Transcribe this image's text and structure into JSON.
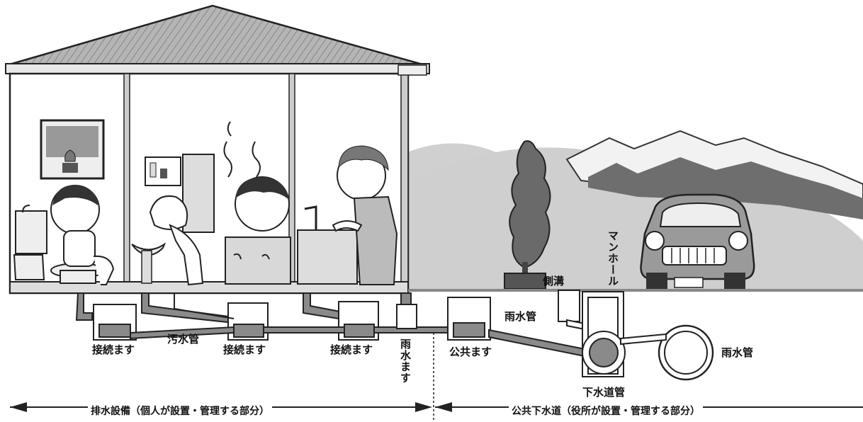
{
  "labels": {
    "connection_box_1": "接続ます",
    "sewage_pipe": "汚水管",
    "connection_box_2": "接続ます",
    "connection_box_3": "接続ます",
    "rainwater_box": "雨水ます",
    "public_box": "公共ます",
    "rainwater_pipe_1": "雨水管",
    "side_ditch": "側溝",
    "manhole": "マンホール",
    "rainwater_pipe_2": "雨水管",
    "sewer_main": "下水道管"
  },
  "footer": {
    "private_section": "排水設備（個人が設置・管理する部分）",
    "public_section": "公共下水道（役所が設置・管理する部分）"
  },
  "colors": {
    "pipe_fill": "#8a8a8a",
    "hill": "#cfcfcf",
    "mountain": "#7a7a7a",
    "roof": "#a8a8a8"
  }
}
